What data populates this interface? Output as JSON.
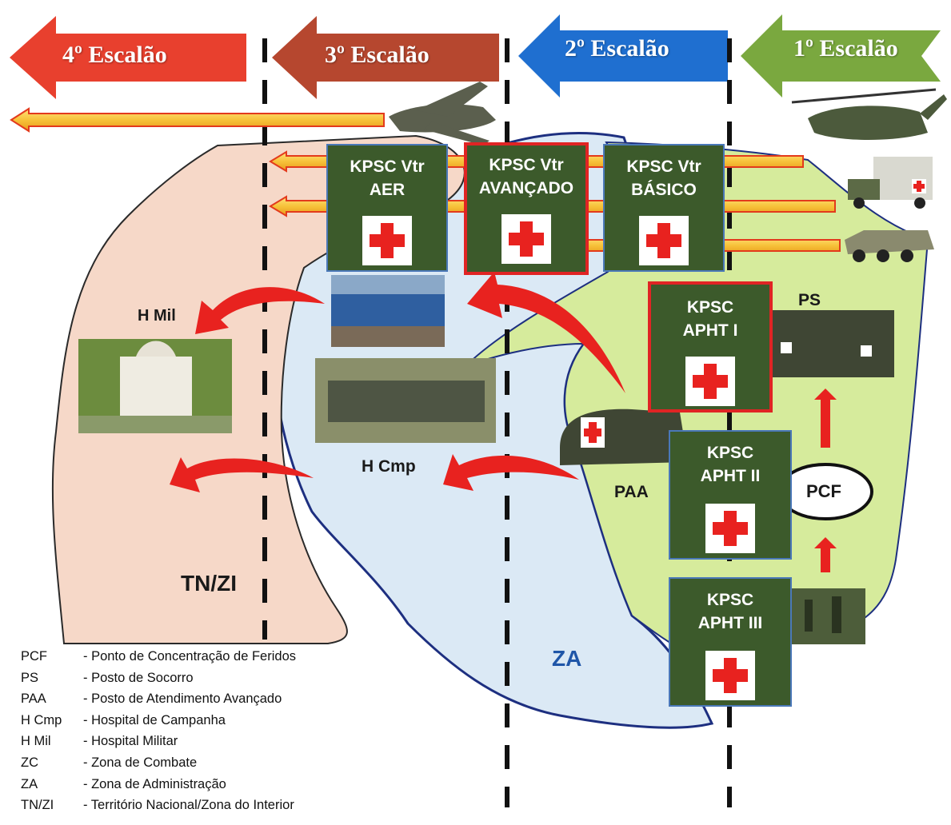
{
  "escaloes": {
    "e4": "4º Escalão",
    "e3": "3º Escalão",
    "e2": "2º Escalão",
    "e1": "1º Escalão"
  },
  "kpsc_boxes": {
    "aer": {
      "line1": "KPSC Vtr",
      "line2": "AER"
    },
    "avancado": {
      "line1": "KPSC Vtr",
      "line2": "AVANÇADO"
    },
    "basico": {
      "line1": "KPSC Vtr",
      "line2": "BÁSICO"
    },
    "apht1": {
      "line1": "KPSC",
      "line2": "APHT I"
    },
    "apht2": {
      "line1": "KPSC",
      "line2": "APHT II"
    },
    "apht3": {
      "line1": "KPSC",
      "line2": "APHT III"
    }
  },
  "labels": {
    "h_mil": "H Mil",
    "h_cmp": "H Cmp",
    "ps": "PS",
    "paa": "PAA",
    "pcf": "PCF",
    "tn_zi": "TN/ZI",
    "za": "ZA"
  },
  "legend": [
    {
      "abbr": "PCF",
      "desc": "- Ponto de Concentração de Feridos"
    },
    {
      "abbr": "PS",
      "desc": "- Posto de Socorro"
    },
    {
      "abbr": "PAA",
      "desc": "- Posto de Atendimento Avançado"
    },
    {
      "abbr": "H Cmp",
      "desc": "- Hospital de Campanha"
    },
    {
      "abbr": "H Mil",
      "desc": "- Hospital Militar"
    },
    {
      "abbr": "ZC",
      "desc": "- Zona de Combate"
    },
    {
      "abbr": "ZA",
      "desc": "- Zona de Administração"
    },
    {
      "abbr": "TN/ZI",
      "desc": "- Território Nacional/Zona do Interior"
    }
  ],
  "colors": {
    "escalao4": "#e8402e",
    "escalao3": "#b6472f",
    "escalao2": "#1f6fd0",
    "escalao1": "#7aa83f",
    "tn_zone": "#f6d8c8",
    "za_zone": "#dbe9f5",
    "zc_zone": "#d6eb9c",
    "kpsc_box": "#3c5a2b",
    "evac_arrow": "#e8221f"
  }
}
